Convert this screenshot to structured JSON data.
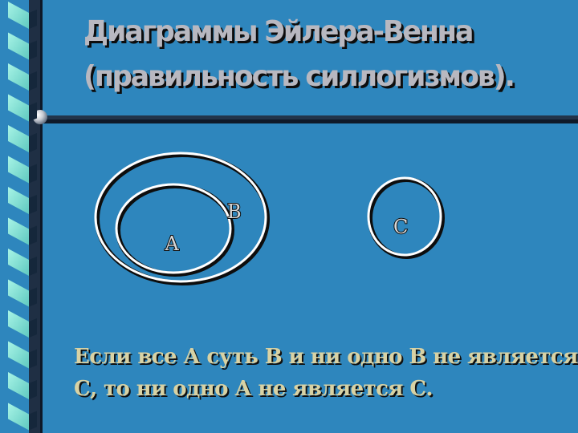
{
  "slide": {
    "title_line_1": "Диаграммы Эйлера-Венна",
    "title_line_2": "(правильность силлогизмов).",
    "statement_line_1": "Если все А суть В и ни одно В не является",
    "statement_line_2": "С, то ни одно А не является С."
  },
  "diagram": {
    "label_a": "А",
    "label_b": "В",
    "label_c": "С"
  },
  "colors": {
    "background": "#2e86bd",
    "title": "#b8b8c0",
    "body_text": "#d8d2a4",
    "circle_stroke": "#ffffff",
    "circle_halo": "#0d0d0d"
  }
}
